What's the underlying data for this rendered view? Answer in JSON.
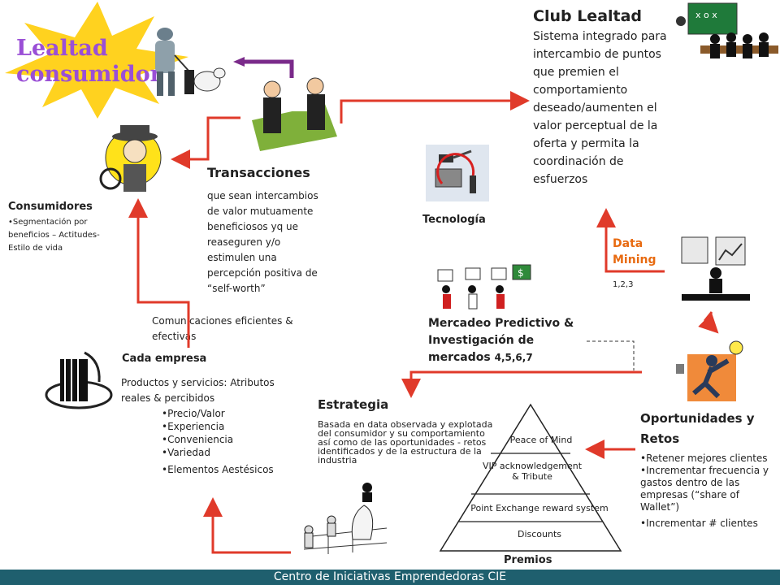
{
  "lealtad": {
    "line1": "Lealtad",
    "line2": "consumidor"
  },
  "club": {
    "title": "Club Lealtad",
    "desc": "Sistema integrado para intercambio de puntos que premien el comportamiento deseado/aumenten el valor perceptual de la oferta  y permita la coordinación de esfuerzos"
  },
  "consumidores": {
    "title": "Consumidores",
    "desc": "Segmentación por beneficios – Actitudes- Estilo de vida"
  },
  "transacciones": {
    "title": "Transacciones",
    "desc": "que sean intercambios de valor mutuamente beneficiosos yq ue reaseguren y/o estimulen una percepción positiva de “self-worth”"
  },
  "tecnologia": "Tecnología",
  "datamining": {
    "title": "Data Mining",
    "refs": "1,2,3"
  },
  "comunicaciones": "Comunicaciones eficientes & efectivas",
  "mercadeo": {
    "line1": "Mercadeo Predictivo  &",
    "line2": "Investigación de",
    "line3": "mercados",
    "refs": "4,5,6,7"
  },
  "empresa": {
    "title": "Cada empresa",
    "desc": "Productos y servicios: Atributos reales & percibidos",
    "items": [
      "Precio/Valor",
      "Experiencia",
      "Conveniencia",
      "Variedad"
    ],
    "extra": "Elementos Aestésicos"
  },
  "estrategia": {
    "title": "Estrategia",
    "desc": "Basada en data observada y explotada del consumidor y su comportamiento así como de las oportunidades - retos identificados y de la estructura de la industria"
  },
  "oportunidades": {
    "title": "Oportunidades  y Retos",
    "items": [
      "Retener mejores clientes",
      "Incrementar frecuencia y gastos dentro de las empresas  (“share of Wallet”)",
      "Incrementar # clientes"
    ]
  },
  "pyramid": {
    "levels": [
      "Peace of Mind",
      "VIP acknowledgement & Tribute",
      "Point Exchange reward system",
      "Discounts"
    ],
    "caption": "Premios"
  },
  "footer": "Centro de Iniciativas Emprendedoras CIE",
  "colors": {
    "arrow": "#e03a2a",
    "accent_orange": "#e86a10",
    "purple": "#7a2a8a",
    "star": "#ffd21f",
    "footer": "#1f5f6e"
  }
}
